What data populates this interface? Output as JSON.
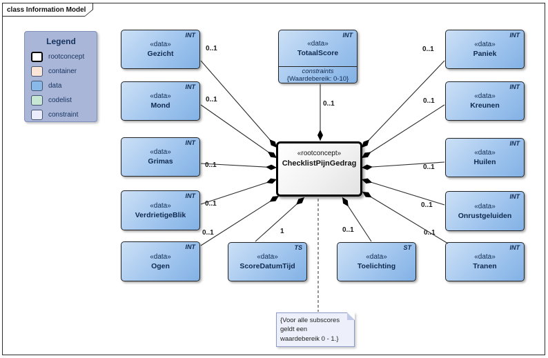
{
  "frame": {
    "title": "class Information Model"
  },
  "legend": {
    "title": "Legend",
    "bg_color": "#a9b6d8",
    "items": [
      {
        "label": "rootconcept",
        "color": "#ffffff"
      },
      {
        "label": "container",
        "color": "#fbe5d6"
      },
      {
        "label": "data",
        "color": "#89b9e9"
      },
      {
        "label": "codelist",
        "color": "#c8e6d4"
      },
      {
        "label": "constraint",
        "color": "#eaecfb"
      }
    ]
  },
  "central": {
    "stereotype": "«rootconcept»",
    "name": "ChecklistPijnGedrag"
  },
  "nodes": {
    "gezicht": {
      "stereotype": "«data»",
      "name": "Gezicht",
      "datatype": "INT",
      "multiplicity": "0..1"
    },
    "mond": {
      "stereotype": "«data»",
      "name": "Mond",
      "datatype": "INT",
      "multiplicity": "0..1"
    },
    "grimas": {
      "stereotype": "«data»",
      "name": "Grimas",
      "datatype": "INT",
      "multiplicity": "0..1"
    },
    "verdrietigeblik": {
      "stereotype": "«data»",
      "name": "VerdrietigeBlik",
      "datatype": "INT",
      "multiplicity": "0..1"
    },
    "ogen": {
      "stereotype": "«data»",
      "name": "Ogen",
      "datatype": "INT",
      "multiplicity": "0..1"
    },
    "totaalscore": {
      "stereotype": "«data»",
      "name": "TotaalScore",
      "datatype": "INT",
      "multiplicity": "0..1",
      "constraints_header": "constraints",
      "constraints_value": "{Waardebereik: 0-10}"
    },
    "scoredatumtijd": {
      "stereotype": "«data»",
      "name": "ScoreDatumTijd",
      "datatype": "TS",
      "multiplicity": "1"
    },
    "toelichting": {
      "stereotype": "«data»",
      "name": "Toelichting",
      "datatype": "ST",
      "multiplicity": "0..1"
    },
    "tranen": {
      "stereotype": "«data»",
      "name": "Tranen",
      "datatype": "INT",
      "multiplicity": "0..1"
    },
    "paniek": {
      "stereotype": "«data»",
      "name": "Paniek",
      "datatype": "INT",
      "multiplicity": "0..1"
    },
    "kreunen": {
      "stereotype": "«data»",
      "name": "Kreunen",
      "datatype": "INT",
      "multiplicity": "0..1"
    },
    "huilen": {
      "stereotype": "«data»",
      "name": "Huilen",
      "datatype": "INT",
      "multiplicity": "0..1"
    },
    "onrustgeluiden": {
      "stereotype": "«data»",
      "name": "Onrustgeluiden",
      "datatype": "INT",
      "multiplicity": "0..1"
    }
  },
  "note": {
    "text": "{Voor alle subscores geldt een waardebereik 0 - 1.}"
  },
  "colors": {
    "data_fill": "#89b9e9",
    "rootconcept_border": "#000000",
    "note_bg": "#edf0fb",
    "text_navy": "#10294e"
  }
}
